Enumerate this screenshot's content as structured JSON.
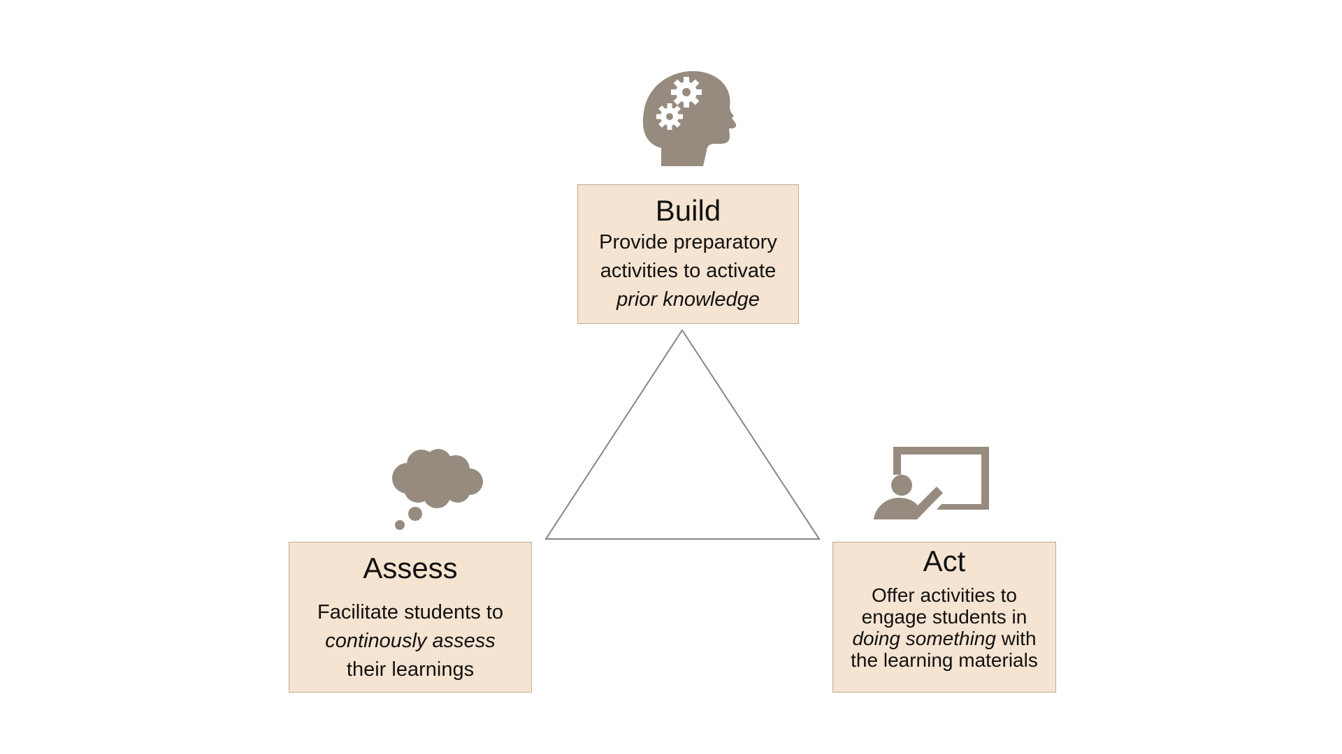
{
  "colors": {
    "box_fill": "#f5e4d1",
    "box_border": "#bfaa93",
    "icon": "#978b7f",
    "triangle_stroke": "#8a8480"
  },
  "icons": {
    "build": "head-with-gears-icon",
    "assess": "thought-cloud-icon",
    "act": "presenter-at-board-icon"
  },
  "build": {
    "title": "Build",
    "line1": "Provide preparatory",
    "line2": "activities to activate",
    "line3_em": "prior knowledge"
  },
  "assess": {
    "title": "Assess",
    "line1": "Facilitate students to",
    "line2_em": "continously assess",
    "line3": "their learnings"
  },
  "act": {
    "title": "Act",
    "line1": "Offer activities to",
    "line2": "engage students in",
    "line3_em": "doing something",
    "line3_rest": " with",
    "line4": "the learning materials"
  }
}
